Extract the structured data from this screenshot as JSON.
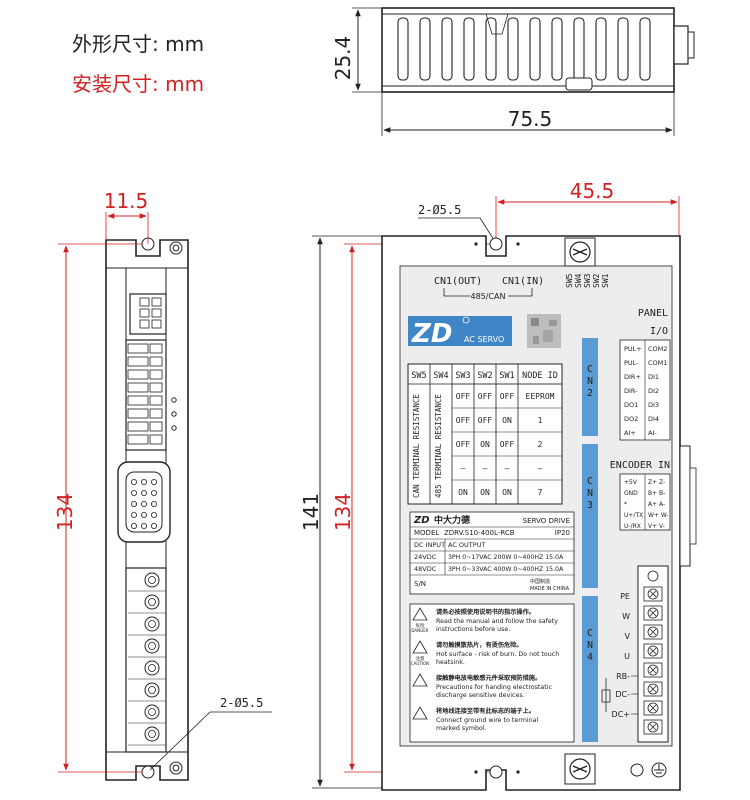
{
  "legend": {
    "outline_dimensions": "外形尺寸: mm",
    "mounting_dimensions": "安装尺寸: mm"
  },
  "dimensions": {
    "top_height": "25.4",
    "top_width": "75.5",
    "side_hole_offset": "11.5",
    "side_height": "134",
    "front_total_height": "141",
    "front_mount_height": "134",
    "front_hole_width": "45.5",
    "hole_top": "2-Ø5.5",
    "hole_bottom": "2-Ø5.5"
  },
  "front": {
    "cn1_out": "CN1(OUT)",
    "cn1_in": "CN1(IN)",
    "bus": "485/CAN",
    "switches": [
      "SW5",
      "SW4",
      "SW3",
      "SW2",
      "SW1"
    ],
    "logo": "ZD",
    "logo_sub": "AC SERVO",
    "panel": "PANEL",
    "io": "I/O",
    "io_left": [
      "PUL+",
      "PUL-",
      "DIR+",
      "DIR-",
      "DO1",
      "DO2",
      "AI+"
    ],
    "io_right": [
      "COM2",
      "COM1",
      "DI1",
      "DI2",
      "DI3",
      "DI4",
      "AI-"
    ],
    "encoder": "ENCODER IN",
    "enc_left": [
      "+5V",
      "GND",
      "*",
      "U+/TX",
      "U-/RX"
    ],
    "enc_right": [
      "Z+ Z-",
      "B+ B-",
      "A+ A-",
      "W+ W-",
      "V+ V-"
    ],
    "cn2": "CN2",
    "cn3": "CN3",
    "cn4": "CN4",
    "terminals": [
      "PE",
      "W",
      "V",
      "U",
      "RB-",
      "DC-",
      "DC+"
    ],
    "table": {
      "headers": [
        "SW5",
        "SW4",
        "SW3",
        "SW2",
        "SW1",
        "NODE ID"
      ],
      "side_sw5": "CAN TERMINAL RESISTANCE",
      "side_sw4": "485 TERMINAL RESISTANCE",
      "rows": [
        [
          "OFF",
          "OFF",
          "OFF",
          "EEPROM"
        ],
        [
          "OFF",
          "OFF",
          "ON",
          "1"
        ],
        [
          "OFF",
          "ON",
          "OFF",
          "2"
        ],
        [
          "–",
          "–",
          "–",
          "–"
        ],
        [
          "ON",
          "ON",
          "ON",
          "7"
        ]
      ]
    },
    "label": {
      "brand": "中大力德",
      "product": "SERVO DRIVE",
      "model_label": "MODEL",
      "model": "ZDRV.S10-400L-RCB",
      "ip": "IP20",
      "dc_input": "DC INPUT",
      "ac_output": "AC OUTPUT",
      "v1": "24VDC",
      "o1": "3PH 0~17VAC 200W 0~400HZ 15.0A",
      "v2": "48VDC",
      "o2": "3PH 0~33VAC 400W 0~400HZ 15.0A",
      "sn": "S/N",
      "made_cn": "中国制造",
      "made_en": "MADE IN CHINA"
    },
    "warnings": [
      {
        "tag": "危险",
        "tag_en": "DANGER",
        "cn": "请务必按照使用说明书的指示操作。",
        "en1": "Read the manual and follow the safety",
        "en2": "instructions before use."
      },
      {
        "tag": "注意",
        "tag_en": "CAUTION",
        "cn": "请勿触摸散热片，有烫伤危险。",
        "en1": "Hot surface - risk of burn. Do not touch",
        "en2": "heatsink."
      },
      {
        "tag": "",
        "tag_en": "",
        "cn": "接触静电放电敏感元件采取预防措施。",
        "en1": "Precautions for handing electrostatic",
        "en2": "discharge sensitive devices."
      },
      {
        "tag": "",
        "tag_en": "",
        "cn": "将地线连接至带有此标志的端子上。",
        "en1": "Connect ground wire to terminal",
        "en2": "marked symbol."
      }
    ]
  },
  "colors": {
    "dimension_red": "#d32020",
    "logo_blue": "#3f86c6",
    "strip_blue": "#5b9bd5"
  }
}
